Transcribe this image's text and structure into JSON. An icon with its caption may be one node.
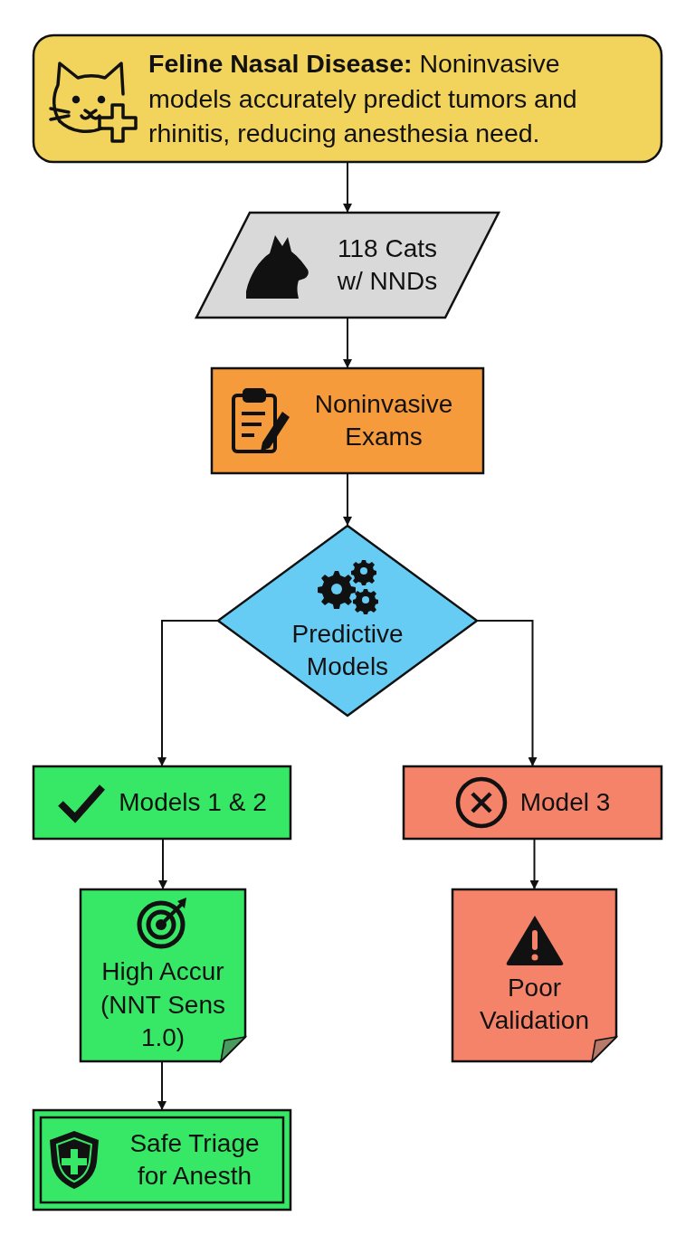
{
  "diagram": {
    "nodes": [
      {
        "text": [
          "**Feline Nasal Disease:** Noninvasive models accurately predict tumors and rhinitis, reducing anesthesia need."
        ]
      },
      {
        "text": [
          "118 Cats w/ NNDs"
        ]
      },
      {
        "text": [
          "Noninvasive Exams"
        ]
      },
      {
        "text": [
          "Predictive Models"
        ]
      },
      {
        "text": [
          "Models 1 & 2"
        ]
      },
      {
        "text": [
          "Model 3"
        ]
      },
      {
        "text": [
          "High Accur (NNT Sens 1.0)"
        ]
      },
      {
        "text": [
          "Poor Validation"
        ]
      },
      {
        "text": [
          "Safe Triage for Anesth"
        ]
      }
    ],
    "edges": [
      {
        "from": 0,
        "to": 1,
        "arrow": "to"
      },
      {
        "from": 1,
        "to": 2,
        "arrow": "to"
      },
      {
        "from": 2,
        "to": 3,
        "arrow": "to"
      },
      {
        "from": 3,
        "to": 4,
        "arrow": "to"
      },
      {
        "from": 3,
        "to": 5,
        "arrow": "to"
      },
      {
        "from": 4,
        "to": 6,
        "arrow": "to"
      },
      {
        "from": 5,
        "to": 7,
        "arrow": "to"
      },
      {
        "from": 6,
        "to": 8,
        "arrow": "to"
      }
    ]
  }
}
